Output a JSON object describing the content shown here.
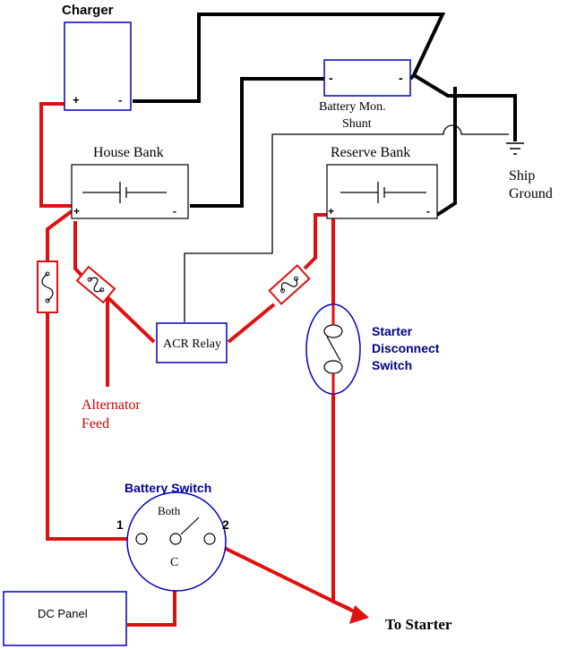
{
  "labels": {
    "charger": "Charger",
    "charger_pos": "+",
    "charger_neg": "-",
    "battery_monitor_line1": "Battery Mon.",
    "battery_monitor_line2": "Shunt",
    "shunt_neg_left": "-",
    "shunt_neg_right": "-",
    "house_bank": "House Bank",
    "house_pos": "+",
    "house_neg": "-",
    "reserve_bank": "Reserve Bank",
    "reserve_pos": "+",
    "reserve_neg": "-",
    "ship_ground_line1": "Ship",
    "ship_ground_line2": "Ground",
    "acr_relay": "ACR Relay",
    "alternator_line1": "Alternator",
    "alternator_line2": "Feed",
    "starter_disconnect_line1": "Starter",
    "starter_disconnect_line2": "Disconnect",
    "starter_disconnect_line3": "Switch",
    "battery_switch": "Battery Switch",
    "switch_both": "Both",
    "switch_pos1": "1",
    "switch_pos2": "2",
    "switch_common": "C",
    "dc_panel": "DC Panel",
    "to_starter": "To Starter"
  },
  "colors": {
    "positive_wire": "#e01010",
    "ground_wire": "#000000",
    "sense_wire": "#000000",
    "box_outline": "#0000c0",
    "label_text": "#000000",
    "alternator_text": "#cc0000",
    "switch_text": "#000080",
    "battery_switch_text": "#0000a0"
  }
}
